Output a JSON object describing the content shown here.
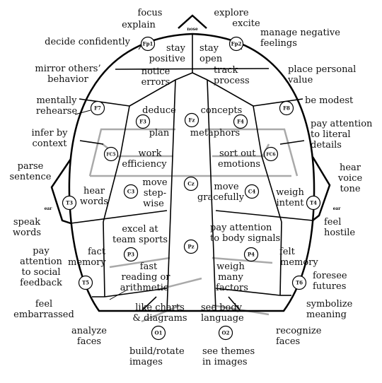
{
  "markers": {
    "nose": "nose",
    "ear_left": "ear",
    "ear_right": "ear"
  },
  "electrodes": [
    {
      "id": "fp1",
      "label": "Fp1"
    },
    {
      "id": "fp2",
      "label": "Fp2"
    },
    {
      "id": "f7",
      "label": "F7"
    },
    {
      "id": "f8",
      "label": "F8"
    },
    {
      "id": "f3",
      "label": "F3"
    },
    {
      "id": "fz",
      "label": "Fz"
    },
    {
      "id": "f4",
      "label": "F4"
    },
    {
      "id": "fc5",
      "label": "FC5"
    },
    {
      "id": "fc6",
      "label": "FC6"
    },
    {
      "id": "t3",
      "label": "T3"
    },
    {
      "id": "c3",
      "label": "C3"
    },
    {
      "id": "cz",
      "label": "Cz"
    },
    {
      "id": "c4",
      "label": "C4"
    },
    {
      "id": "t4",
      "label": "T4"
    },
    {
      "id": "p3",
      "label": "P3"
    },
    {
      "id": "pz",
      "label": "Pz"
    },
    {
      "id": "p4",
      "label": "P4"
    },
    {
      "id": "t5",
      "label": "T5"
    },
    {
      "id": "t6",
      "label": "T6"
    },
    {
      "id": "o1",
      "label": "O1"
    },
    {
      "id": "o2",
      "label": "O2"
    }
  ],
  "labels": [
    {
      "id": "focus",
      "lines": [
        "focus"
      ]
    },
    {
      "id": "explain",
      "lines": [
        "explain"
      ]
    },
    {
      "id": "explore",
      "lines": [
        "explore"
      ]
    },
    {
      "id": "excite",
      "lines": [
        "excite"
      ]
    },
    {
      "id": "manage-negative-feelings",
      "lines": [
        "manage negative",
        "feelings"
      ]
    },
    {
      "id": "decide-confidently",
      "lines": [
        "decide confidently"
      ]
    },
    {
      "id": "stay-positive",
      "lines": [
        "stay",
        "positive"
      ]
    },
    {
      "id": "stay-open",
      "lines": [
        "stay",
        "open"
      ]
    },
    {
      "id": "mirror-others-behavior",
      "lines": [
        "mirror others’",
        "behavior"
      ]
    },
    {
      "id": "notice-errors",
      "lines": [
        "notice",
        "errors"
      ]
    },
    {
      "id": "track-process",
      "lines": [
        "track",
        "process"
      ]
    },
    {
      "id": "place-personal-value",
      "lines": [
        "place personal",
        "value"
      ]
    },
    {
      "id": "mentally-rehearse",
      "lines": [
        "mentally",
        "rehearse"
      ]
    },
    {
      "id": "be-modest",
      "lines": [
        "be modest"
      ]
    },
    {
      "id": "deduce",
      "lines": [
        "deduce"
      ]
    },
    {
      "id": "concepts",
      "lines": [
        "concepts"
      ]
    },
    {
      "id": "plan",
      "lines": [
        "plan"
      ]
    },
    {
      "id": "metaphors",
      "lines": [
        "metaphors"
      ]
    },
    {
      "id": "infer-by-context",
      "lines": [
        "infer by",
        "context"
      ]
    },
    {
      "id": "pay-attention-literal",
      "lines": [
        "pay attention",
        "to literal",
        "details"
      ]
    },
    {
      "id": "work-efficiency",
      "lines": [
        "work",
        "efficiency"
      ]
    },
    {
      "id": "sort-out-emotions",
      "lines": [
        "sort out",
        "emotions"
      ]
    },
    {
      "id": "parse-sentence",
      "lines": [
        "parse",
        "sentence"
      ]
    },
    {
      "id": "hear-voice-tone",
      "lines": [
        "hear",
        "voice",
        "tone"
      ]
    },
    {
      "id": "hear-words",
      "lines": [
        "hear",
        "words"
      ]
    },
    {
      "id": "move-stepwise",
      "lines": [
        "move",
        "step-",
        "wise"
      ]
    },
    {
      "id": "move-gracefully",
      "lines": [
        "move",
        "gracefully"
      ]
    },
    {
      "id": "weigh-intent",
      "lines": [
        "weigh",
        "intent"
      ]
    },
    {
      "id": "speak-words",
      "lines": [
        "speak",
        "words"
      ]
    },
    {
      "id": "feel-hostile",
      "lines": [
        "feel",
        "hostile"
      ]
    },
    {
      "id": "excel-team-sports",
      "lines": [
        "excel at",
        "team sports"
      ]
    },
    {
      "id": "pay-attention-body",
      "lines": [
        "pay attention",
        "to body signals"
      ]
    },
    {
      "id": "pay-attention-social",
      "lines": [
        "pay",
        "attention",
        "to social",
        "feedback"
      ]
    },
    {
      "id": "fact-memory",
      "lines": [
        "fact",
        "memory"
      ]
    },
    {
      "id": "felt-memory",
      "lines": [
        "felt",
        "memory"
      ]
    },
    {
      "id": "fast-reading",
      "lines": [
        "fast",
        "reading or",
        "arithmetic"
      ]
    },
    {
      "id": "weigh-many-factors",
      "lines": [
        "weigh",
        "many",
        "factors"
      ]
    },
    {
      "id": "foresee-futures",
      "lines": [
        "foresee",
        "futures"
      ]
    },
    {
      "id": "feel-embarrassed",
      "lines": [
        "feel",
        "embarrassed"
      ]
    },
    {
      "id": "symbolize-meaning",
      "lines": [
        "symbolize",
        "meaning"
      ]
    },
    {
      "id": "like-charts",
      "lines": [
        "like charts",
        "& diagrams"
      ]
    },
    {
      "id": "see-body-language",
      "lines": [
        "see body",
        "language"
      ]
    },
    {
      "id": "analyze-faces",
      "lines": [
        "analyze",
        "faces"
      ]
    },
    {
      "id": "recognize-faces",
      "lines": [
        "recognize",
        "faces"
      ]
    },
    {
      "id": "build-rotate-images",
      "lines": [
        "build/rotate",
        "images"
      ]
    },
    {
      "id": "see-themes-images",
      "lines": [
        "see themes",
        "in images"
      ]
    }
  ]
}
